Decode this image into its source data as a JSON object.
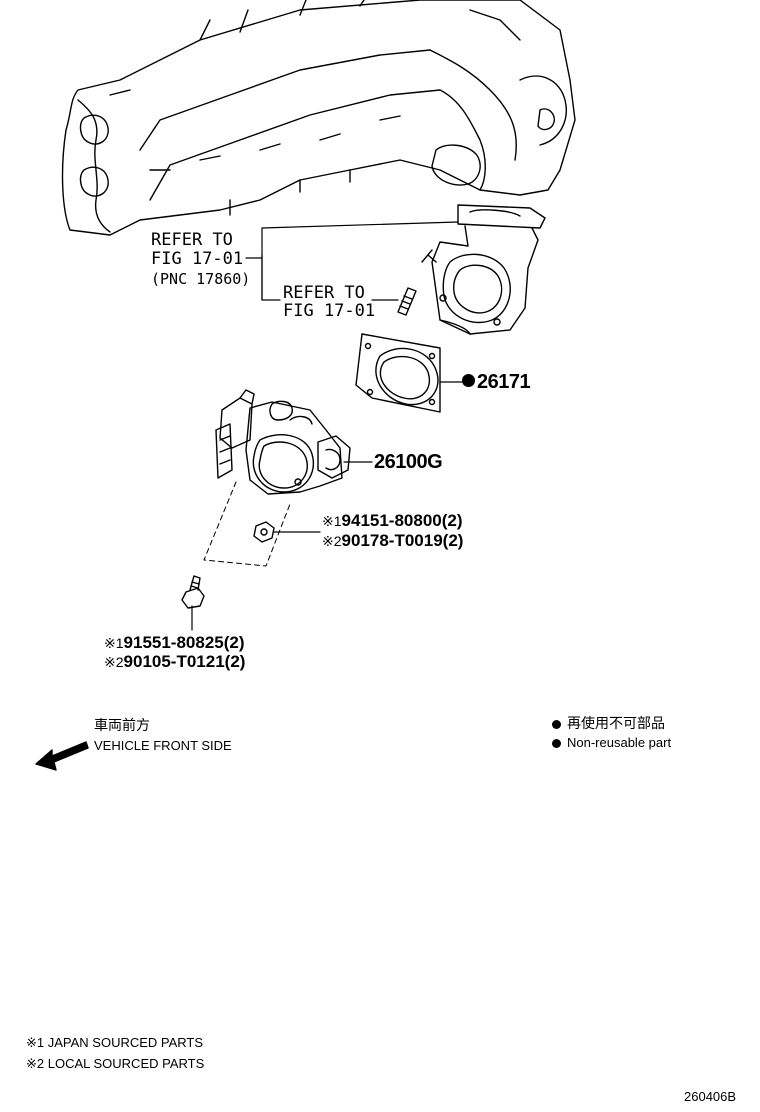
{
  "callouts": {
    "refer1_line1": "REFER TO",
    "refer1_line2": "FIG 17-01",
    "refer1_pnc": "(PNC 17860)",
    "refer2_line1": "REFER TO",
    "refer2_line2": "FIG 17-01"
  },
  "parts": {
    "gasket": "26171",
    "throttle_body": "26100G",
    "nut_1": "94151-80800(2)",
    "nut_2": "90178-T0019(2)",
    "bolt_1": "91551-80825(2)",
    "bolt_2": "90105-T0121(2)"
  },
  "marks": {
    "m1": "※1",
    "m2": "※2"
  },
  "direction": {
    "jp": "車両前方",
    "en": "VEHICLE FRONT SIDE"
  },
  "legend": {
    "jp": "再使用不可部品",
    "en": "Non-reusable part"
  },
  "footnotes": {
    "note1": "※1 JAPAN SOURCED PARTS",
    "note2": "※2 LOCAL SOURCED PARTS"
  },
  "figure_id": "260406B"
}
